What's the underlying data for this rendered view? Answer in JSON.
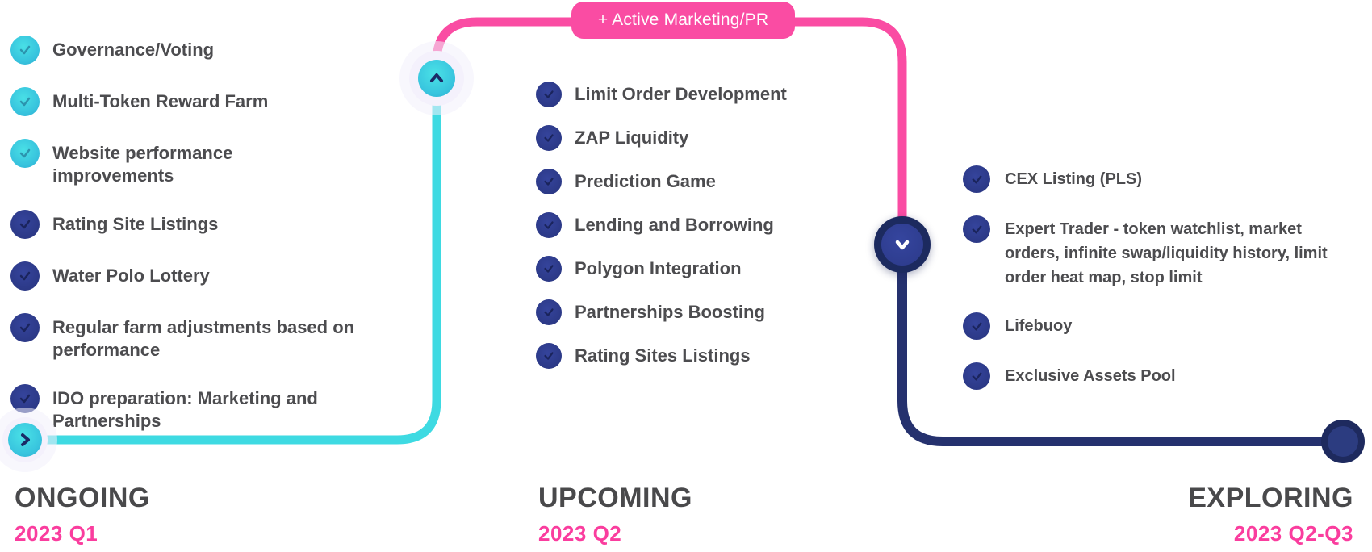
{
  "badge": {
    "label": "+ Active Marketing/PR"
  },
  "columns": [
    {
      "title": "ONGOING",
      "period": "2023 Q1",
      "items": [
        {
          "label": "Governance/Voting",
          "bullet": "cyan",
          "icon": "check-icon"
        },
        {
          "label": "Multi-Token Reward Farm",
          "bullet": "cyan",
          "icon": "check-icon"
        },
        {
          "label": "Website performance\nimprovements",
          "bullet": "cyan",
          "icon": "check-icon"
        },
        {
          "label": "Rating Site Listings",
          "bullet": "indigo",
          "icon": "check-icon"
        },
        {
          "label": "Water Polo Lottery",
          "bullet": "indigo",
          "icon": "check-icon"
        },
        {
          "label": "Regular farm adjustments based on\nperformance",
          "bullet": "indigo",
          "icon": "check-icon"
        },
        {
          "label": "IDO preparation: Marketing and\nPartnerships",
          "bullet": "indigo",
          "icon": "check-icon"
        }
      ]
    },
    {
      "title": "UPCOMING",
      "period": "2023 Q2",
      "items": [
        {
          "label": "Limit Order Development",
          "bullet": "indigo",
          "icon": "check-icon"
        },
        {
          "label": "ZAP Liquidity",
          "bullet": "indigo",
          "icon": "check-icon"
        },
        {
          "label": "Prediction Game",
          "bullet": "indigo",
          "icon": "check-icon"
        },
        {
          "label": "Lending and Borrowing",
          "bullet": "indigo",
          "icon": "check-icon"
        },
        {
          "label": "Polygon Integration",
          "bullet": "indigo",
          "icon": "check-icon"
        },
        {
          "label": "Partnerships Boosting",
          "bullet": "indigo",
          "icon": "check-icon"
        },
        {
          "label": "Rating Sites Listings",
          "bullet": "indigo",
          "icon": "check-icon"
        }
      ]
    },
    {
      "title": "EXPLORING",
      "period": "2023 Q2-Q3",
      "items": [
        {
          "label": "CEX Listing (PLS)",
          "bullet": "indigo",
          "icon": "check-icon"
        },
        {
          "label": "Expert Trader - token watchlist, market\norders, infinite swap/liquidity history, limit\norder heat map, stop limit",
          "bullet": "indigo",
          "icon": "check-icon"
        },
        {
          "label": "Lifebuoy",
          "bullet": "indigo",
          "icon": "check-icon"
        },
        {
          "label": "Exclusive Assets Pool",
          "bullet": "indigo",
          "icon": "check-icon"
        }
      ]
    }
  ],
  "colors": {
    "cyan_line": "#3EDAE2",
    "pink_line": "#FA4CA3",
    "navy_line": "#25316E",
    "indigo_bullet": "#2D3A8A",
    "cyan_bullet": "#37C2DD",
    "text_gray": "#4C4C4F",
    "title_gray": "#49494B",
    "period_pink": "#FA3D9E",
    "badge_pink": "#FA4CA3"
  }
}
